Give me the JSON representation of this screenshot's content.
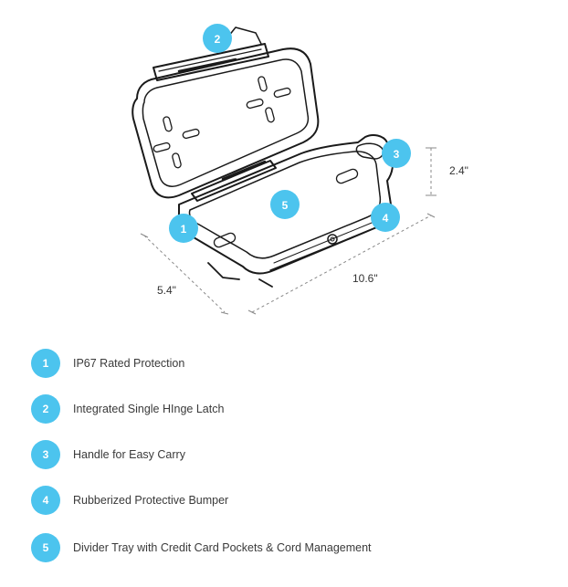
{
  "colors": {
    "badge": "#4cc4ee",
    "outline": "#1a1a1a",
    "dim_line": "#888888"
  },
  "dimensions": {
    "height": "2.4\"",
    "width": "5.4\"",
    "length": "10.6\""
  },
  "callouts": [
    {
      "number": "1"
    },
    {
      "number": "2"
    },
    {
      "number": "3"
    },
    {
      "number": "4"
    },
    {
      "number": "5"
    }
  ],
  "legend": [
    {
      "number": "1",
      "label": "IP67 Rated Protection"
    },
    {
      "number": "2",
      "label": "Integrated Single HInge Latch"
    },
    {
      "number": "3",
      "label": "Handle for Easy Carry"
    },
    {
      "number": "4",
      "label": "Rubberized Protective Bumper"
    },
    {
      "number": "5",
      "label": "Divider Tray with Credit Card Pockets & Cord Management"
    }
  ]
}
